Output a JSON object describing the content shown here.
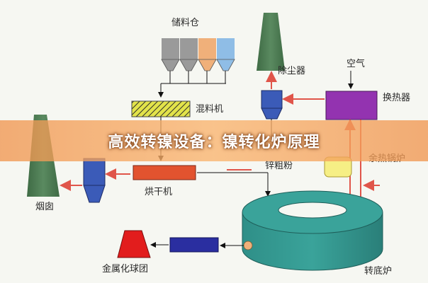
{
  "banner": {
    "title": "高效转镍设备：镍转化炉原理"
  },
  "labels": {
    "storage_bin": "储料仓",
    "mixer": "混料机",
    "dust_collector": "除尘器",
    "air": "空气",
    "heat_exchanger": "换热器",
    "zinc_powder": "锌粗粉",
    "waste_heat_boiler": "余热锅炉",
    "chimney": "烟囱",
    "dryer": "烘干机",
    "rotary_furnace": "转底炉",
    "metallized_pellets": "金属化球团"
  },
  "colors": {
    "bin_gray": "#9a9a9a",
    "bin_peach": "#f0b07a",
    "bin_blue": "#8fbde6",
    "stack_green": "#4f7f56",
    "mixer_yellow": "#e2e34a",
    "dryer_red": "#e2532f",
    "hx_purple": "#9333b0",
    "furnace_teal": "#2f8f88",
    "pellet_red": "#e21d1d",
    "conveyor_blue": "#2a2ea0",
    "arrow_red": "#e0554a"
  }
}
